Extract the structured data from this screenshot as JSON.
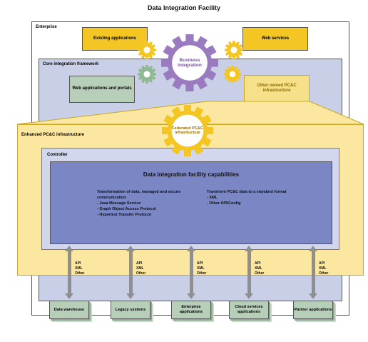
{
  "title": "Data Integration Facility",
  "outer": {
    "label": "Enterprise"
  },
  "top_boxes": {
    "left": "Existing applications",
    "right": "Web services"
  },
  "gear_top": "Business integration",
  "core": {
    "label": "Core integration framework"
  },
  "web_apps": "Web applications and portals",
  "other_box": "Other owned PC&C infrastructure",
  "gear_middle": "Federated PC&C infrastructure",
  "enhanced": {
    "label": "Enhanced PC&C infrastructure"
  },
  "controller": {
    "label": "Controller"
  },
  "capabilities": {
    "title": "Data integration facility capabilities",
    "left_intro": "Transformation of data, managed and secure communication",
    "left_items": [
      "- Java Message Service",
      "- Graph Object Access Protocol",
      "- Hypertext Transfer Protocol"
    ],
    "right_intro": "Transform PC&C data to a standard format",
    "right_items": [
      "- XML",
      "- Other API/Config"
    ]
  },
  "protocol_labels": [
    [
      "API",
      "XML",
      "Other"
    ],
    [
      "API",
      "XML",
      "Other"
    ],
    [
      "API",
      "XML",
      "Other"
    ],
    [
      "API",
      "XML",
      "Other"
    ],
    [
      "API",
      "XML",
      "Other"
    ]
  ],
  "apps": [
    "Data warehouse",
    "Legacy systems",
    "Enterprise applications",
    "Cloud services applications",
    "Partner applications"
  ],
  "colors": {
    "yellow": "#f3c623",
    "purple_gear": "#9b7bc0",
    "green_box": "#b7cfb9",
    "core_blue": "#c9cfe6",
    "enhanced_yellow": "#fbe7a0",
    "capability_blue": "#7b86c4"
  }
}
